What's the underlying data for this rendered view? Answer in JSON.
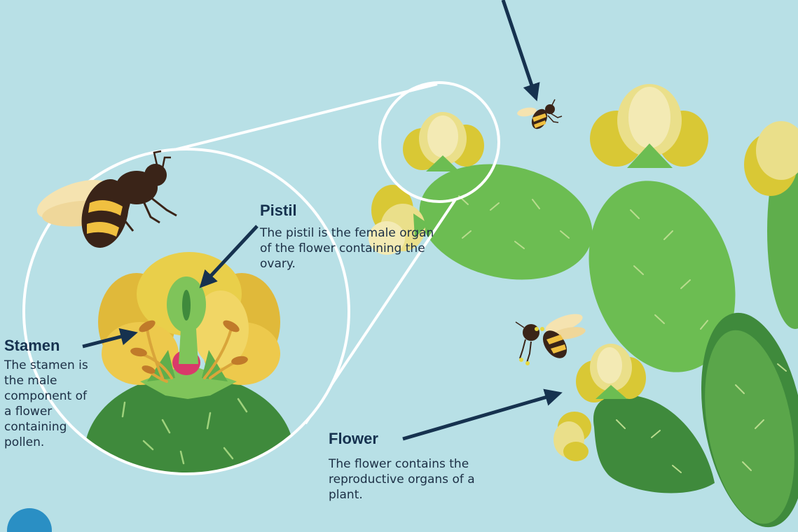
{
  "labels": {
    "pistil": {
      "title": "Pistil",
      "description": "The pistil is the female organ of the flower containing the ovary."
    },
    "stamen": {
      "title": "Stamen",
      "description": "The stamen is the male component of a flower containing pollen."
    },
    "flower": {
      "title": "Flower",
      "description": "The flower contains the reproductive organs of a plant."
    }
  },
  "colors": {
    "background": "#b8e0e6",
    "cactus_light": "#6cbd52",
    "cactus_dark": "#3f8a3c",
    "petal_yellow": "#e2cf3a",
    "petal_cream": "#f1e7a6",
    "arrow": "#16324f",
    "bee_brown": "#3a2418",
    "bee_stripe": "#f0c040"
  }
}
